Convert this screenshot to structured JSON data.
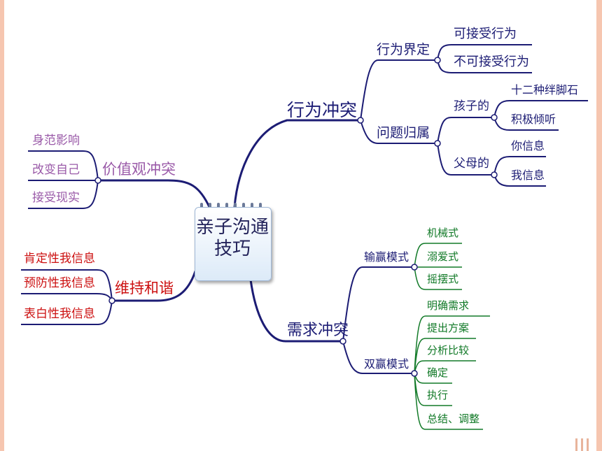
{
  "center": {
    "line1": "亲子沟通",
    "line2": "技巧"
  },
  "branches": {
    "behavior": {
      "label": "行为冲突",
      "define": {
        "label": "行为界定",
        "items": [
          "可接受行为",
          "不可接受行为"
        ]
      },
      "ownership": {
        "label": "问题归属",
        "child": {
          "label": "孩子的",
          "items": [
            "十二种绊脚石",
            "积极倾听"
          ]
        },
        "parent": {
          "label": "父母的",
          "items": [
            "你信息",
            "我信息"
          ]
        }
      }
    },
    "values": {
      "label": "价值观冲突",
      "items": [
        "身范影响",
        "改变自己",
        "接受现实"
      ]
    },
    "harmony": {
      "label": "维持和谐",
      "items": [
        "肯定性我信息",
        "预防性我信息",
        "表白性我信息"
      ]
    },
    "needs": {
      "label": "需求冲突",
      "winlose": {
        "label": "输赢模式",
        "items": [
          "机械式",
          "溺爱式",
          "摇摆式"
        ]
      },
      "winwin": {
        "label": "双赢模式",
        "items": [
          "明确需求",
          "提出方案",
          "分析比较",
          "确定",
          "执行",
          "总结、调整"
        ]
      }
    }
  },
  "colors": {
    "navy": "#1c1c74",
    "purple": "#9a5aa8",
    "red": "#cc1010",
    "green": "#127a28",
    "frame": "#f6c6b0"
  }
}
